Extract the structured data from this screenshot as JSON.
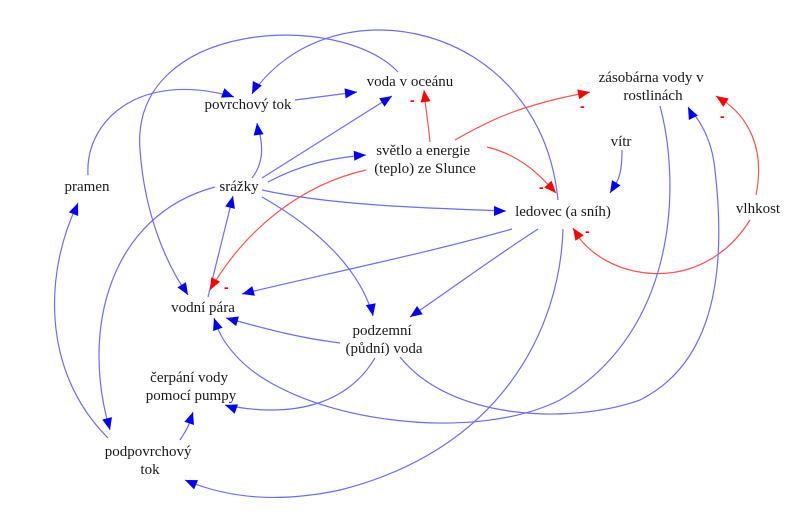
{
  "title": "Koloběh vody - diagram příčinných smyček",
  "colors": {
    "positive_link": "#6b6bff",
    "negative_link": "#ff5050",
    "positive_head": "#0000ff",
    "negative_head": "#ff0000",
    "text": "#1a1a1a"
  },
  "nodes": [
    {
      "id": "povrchovy_tok",
      "lines": [
        "povrchový tok"
      ]
    },
    {
      "id": "voda_v_oceanu",
      "lines": [
        "voda v oceánu"
      ]
    },
    {
      "id": "zasobarna",
      "lines": [
        "zásobárna vody v",
        "rostlinách"
      ]
    },
    {
      "id": "svetlo",
      "lines": [
        "světlo a energie",
        "(teplo) ze Slunce"
      ]
    },
    {
      "id": "vitr",
      "lines": [
        "vítr"
      ]
    },
    {
      "id": "pramen",
      "lines": [
        "pramen"
      ]
    },
    {
      "id": "srazky",
      "lines": [
        "srážky"
      ]
    },
    {
      "id": "ledovec",
      "lines": [
        "ledovec (a sníh)"
      ]
    },
    {
      "id": "vlhkost",
      "lines": [
        "vlhkost"
      ]
    },
    {
      "id": "vodni_para",
      "lines": [
        "vodní pára"
      ]
    },
    {
      "id": "podzemni_voda",
      "lines": [
        "podzemní",
        "(půdní) voda"
      ]
    },
    {
      "id": "cerpani",
      "lines": [
        "čerpání vody",
        "pomocí pumpy"
      ]
    },
    {
      "id": "podpovrchovy_tok",
      "lines": [
        "podpovrchový",
        "tok"
      ]
    }
  ],
  "links": [
    {
      "from": "srazky",
      "to": "povrchovy_tok",
      "polarity": "+"
    },
    {
      "from": "povrchovy_tok",
      "to": "voda_v_oceanu",
      "polarity": "+"
    },
    {
      "from": "srazky",
      "to": "voda_v_oceanu",
      "polarity": "+"
    },
    {
      "from": "srazky",
      "to": "svetlo",
      "polarity": "+"
    },
    {
      "from": "srazky",
      "to": "ledovec",
      "polarity": "+"
    },
    {
      "from": "srazky",
      "to": "podzemni_voda",
      "polarity": "+"
    },
    {
      "from": "srazky",
      "to": "podpovrchovy_tok",
      "polarity": "+"
    },
    {
      "from": "pramen",
      "to": "povrchovy_tok",
      "polarity": "+"
    },
    {
      "from": "podpovrchovy_tok",
      "to": "pramen",
      "polarity": "+"
    },
    {
      "from": "voda_v_oceanu",
      "to": "vodni_para",
      "polarity": "+"
    },
    {
      "from": "ledovec",
      "to": "povrchovy_tok",
      "polarity": "+"
    },
    {
      "from": "vodni_para",
      "to": "srazky",
      "polarity": "+"
    },
    {
      "from": "svetlo",
      "to": "voda_v_oceanu",
      "polarity": "-"
    },
    {
      "from": "svetlo",
      "to": "zasobarna",
      "polarity": "-"
    },
    {
      "from": "svetlo",
      "to": "ledovec",
      "polarity": "-"
    },
    {
      "from": "svetlo",
      "to": "vodni_para",
      "polarity": "-"
    },
    {
      "from": "vitr",
      "to": "ledovec",
      "polarity": "+"
    },
    {
      "from": "vlhkost",
      "to": "zasobarna",
      "polarity": "-"
    },
    {
      "from": "vlhkost",
      "to": "ledovec",
      "polarity": "-"
    },
    {
      "from": "ledovec",
      "to": "vodni_para",
      "polarity": "+"
    },
    {
      "from": "ledovec",
      "to": "podzemni_voda",
      "polarity": "+"
    },
    {
      "from": "ledovec",
      "to": "podpovrchovy_tok",
      "polarity": "+"
    },
    {
      "from": "podzemni_voda",
      "to": "vodni_para",
      "polarity": "+"
    },
    {
      "from": "podzemni_voda",
      "to": "cerpani",
      "polarity": "+"
    },
    {
      "from": "podzemni_voda",
      "to": "zasobarna",
      "polarity": "+"
    },
    {
      "from": "zasobarna",
      "to": "vodni_para",
      "polarity": "+"
    },
    {
      "from": "podpovrchovy_tok",
      "to": "cerpani",
      "polarity": "+"
    }
  ]
}
